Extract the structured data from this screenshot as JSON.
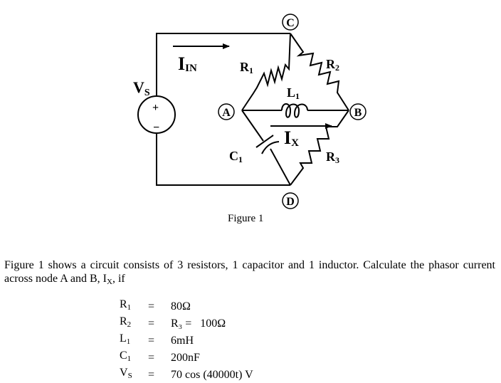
{
  "figure": {
    "nodes": {
      "a": "A",
      "b": "B",
      "c": "C",
      "d": "D"
    },
    "components": {
      "vs": {
        "base": "V",
        "sub": "S"
      },
      "iin": {
        "base": "I",
        "sub": "IN"
      },
      "r1": {
        "base": "R",
        "sub": "1"
      },
      "r2": {
        "base": "R",
        "sub": "2"
      },
      "r3": {
        "base": "R",
        "sub": "3"
      },
      "l1": {
        "base": "L",
        "sub": "1"
      },
      "c1": {
        "base": "C",
        "sub": "1"
      },
      "ix": {
        "base": "I",
        "sub": "X"
      }
    },
    "source_plus": "+",
    "source_minus": "−",
    "caption": "Figure 1"
  },
  "problem": {
    "text_before": "Figure 1 shows a circuit consists of 3 resistors, 1 capacitor and 1 inductor. Calculate the phasor current across node A and B, I",
    "text_sub": "X",
    "text_after": ", if",
    "givens": [
      {
        "base": "R",
        "sub": "1",
        "eq": "=",
        "value": "80Ω"
      },
      {
        "base": "R",
        "sub": "2",
        "eq": "=",
        "value": "R₃ =   100Ω"
      },
      {
        "base": "L",
        "sub": "1",
        "eq": "=",
        "value": "6mH"
      },
      {
        "base": "C",
        "sub": "1",
        "eq": "=",
        "value": "200nF"
      },
      {
        "base": "V",
        "sub": "S",
        "eq": "=",
        "value": "70 cos (40000t) V"
      }
    ]
  }
}
